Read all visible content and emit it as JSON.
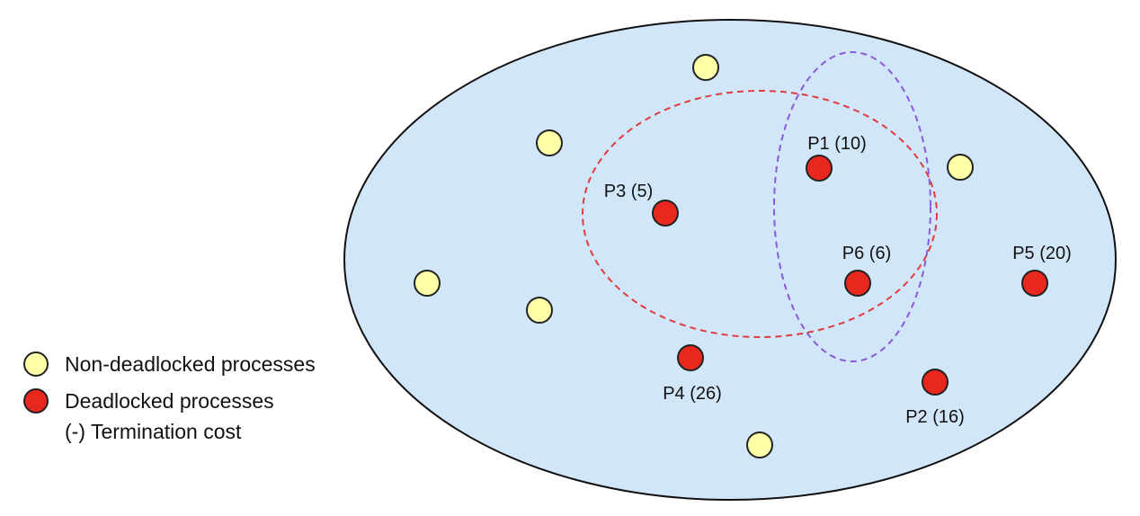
{
  "colors": {
    "universe_fill": "#d2e6fa",
    "universe_stroke": "#111111",
    "non_deadlocked_fill": "#ffffa8",
    "deadlocked_fill": "#e8281e",
    "node_stroke": "#222222",
    "red_group_stroke": "#e03c3c",
    "purple_group_stroke": "#8a5ad8"
  },
  "icons": {
    "non_deadlocked": "yellow-circle",
    "deadlocked": "red-circle"
  },
  "legend": {
    "non_deadlocked": "Non-deadlocked processes",
    "deadlocked": "Deadlocked processes",
    "cost_note": "(-) Termination cost"
  },
  "processes": [
    {
      "label": "P1 (10)"
    },
    {
      "label": "P2 (16)"
    },
    {
      "label": "P3 (5)"
    },
    {
      "label": "P4 (26)"
    },
    {
      "label": "P5 (20)"
    },
    {
      "label": "P6 (6)"
    }
  ]
}
